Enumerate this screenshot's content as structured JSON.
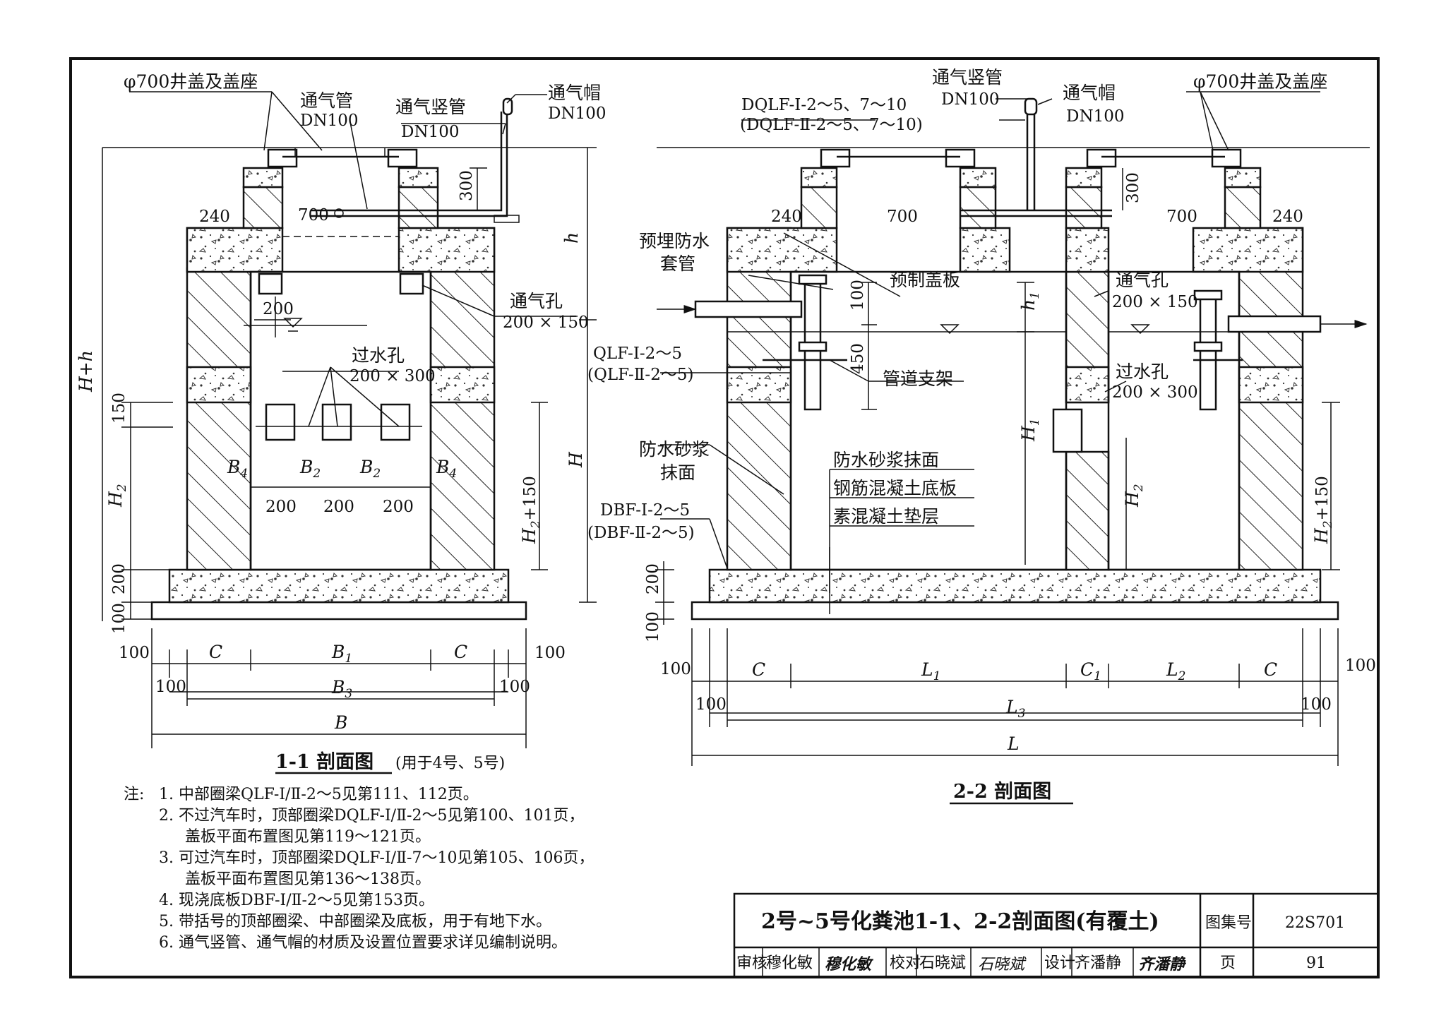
{
  "section11": {
    "cover": "φ700井盖及盖座",
    "vent_pipe": "通气管",
    "vent_pipe_dn": "DN100",
    "riser": "通气竖管",
    "riser_dn": "DN100",
    "cap": "通气帽",
    "cap_dn": "DN100",
    "d300": "300",
    "d240": "240",
    "d700": "700",
    "d200a": "200",
    "vent_hole": "通气孔",
    "vent_hole_size": "200 × 150",
    "flow_hole": "过水孔",
    "flow_hole_size": "200 × 300",
    "d150": "150",
    "d200b": "200",
    "d100": "100",
    "hh": "H+h",
    "h": "h",
    "H": "H",
    "H2": "H",
    "H2_sub": "2",
    "H2p150": "H",
    "H2p150_sub": "2",
    "H2p150_tail": "+150",
    "B4": "B",
    "B4_sub": "4",
    "B2": "B",
    "B2_sub": "2",
    "opening_w": "200",
    "bot_100a": "100",
    "bot_100b": "100",
    "bot_100c": "100",
    "bot_100d": "100",
    "C": "C",
    "B1": "B",
    "B1_sub": "1",
    "B3": "B",
    "B3_sub": "3",
    "B": "B",
    "title": "1-1 剖面图",
    "title_note": "(用于4号、5号)"
  },
  "section22": {
    "ring_top": "DQLF-Ⅰ-2～5、7～10",
    "ring_top2": "(DQLF-Ⅱ-2～5、7～10)",
    "riser": "通气竖管",
    "riser_dn": "DN100",
    "cap": "通气帽",
    "cap_dn": "DN100",
    "cover": "φ700井盖及盖座",
    "d240": "240",
    "d700": "700",
    "d300": "300",
    "sleeve": "预埋防水",
    "sleeve2": "套管",
    "slab": "预制盖板",
    "d100": "100",
    "d450": "450",
    "h1": "h",
    "h1_sub": "1",
    "vent_hole": "通气孔",
    "vent_hole_size": "200 × 150",
    "ring_mid": "QLF-Ⅰ-2～5",
    "ring_mid2": "(QLF-Ⅱ-2～5)",
    "support": "管道支架",
    "flow_hole": "过水孔",
    "flow_hole_size": "200 × 300",
    "mortar": "防水砂浆",
    "mortar2": "抹面",
    "H1": "H",
    "H1_sub": "1",
    "layer1": "防水砂浆抹面",
    "layer2": "钢筋混凝土底板",
    "layer3": "素混凝土垫层",
    "base": "DBF-Ⅰ-2～5",
    "base2": "(DBF-Ⅱ-2～5)",
    "H2": "H",
    "H2_sub": "2",
    "H2p150": "H",
    "H2p150_sub": "2",
    "H2p150_tail": "+150",
    "d200": "200",
    "d100b": "100",
    "bot_100a": "100",
    "bot_100b": "100",
    "bot_100c": "100",
    "bot_100d": "100",
    "C": "C",
    "L1": "L",
    "L1_sub": "1",
    "C1": "C",
    "C1_sub": "1",
    "L2": "L",
    "L2_sub": "2",
    "L3": "L",
    "L3_sub": "3",
    "L": "L",
    "title": "2-2 剖面图"
  },
  "notes": {
    "head": "注:",
    "n1": "1. 中部圈梁QLF-Ⅰ/Ⅱ-2～5见第111、112页。",
    "n2": "2. 不过汽车时，顶部圈梁DQLF-Ⅰ/Ⅱ-2～5见第100、101页，",
    "n2b": "盖板平面布置图见第119～121页。",
    "n3": "3. 可过汽车时，顶部圈梁DQLF-Ⅰ/Ⅱ-7～10见第105、106页，",
    "n3b": "盖板平面布置图见第136～138页。",
    "n4": "4. 现浇底板DBF-Ⅰ/Ⅱ-2～5见第153页。",
    "n5": "5. 带括号的顶部圈梁、中部圈梁及底板，用于有地下水。",
    "n6": "6. 通气竖管、通气帽的材质及设置位置要求详见编制说明。"
  },
  "titleblock": {
    "title": "2号~5号化粪池1-1、2-2剖面图(有覆土)",
    "atlas_label": "图集号",
    "atlas_no": "22S701",
    "review": "审核",
    "reviewer": "穆化敏",
    "reviewer_sig": "穆化敏",
    "check": "校对",
    "checker": "石晓斌",
    "checker_sig": "石晓斌",
    "design": "设计",
    "designer": "齐潘静",
    "designer_sig": "齐潘静",
    "page_label": "页",
    "page_no": "91"
  }
}
